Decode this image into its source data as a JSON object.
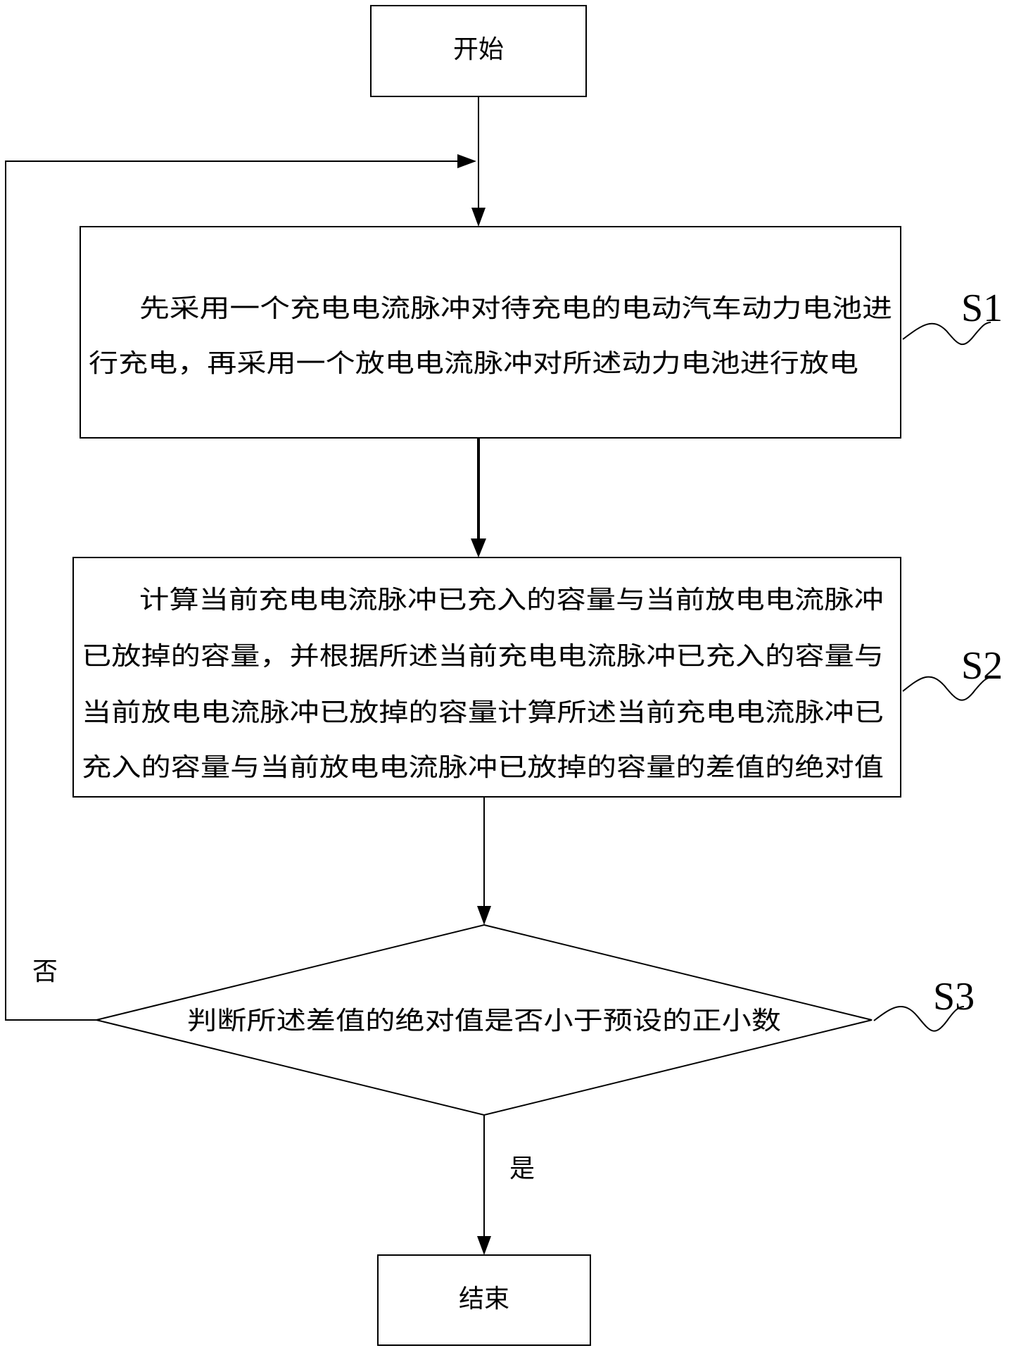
{
  "nodes": {
    "start": "开始",
    "s1": {
      "label": "S1",
      "lines": [
        "先采用一个充电电流脉冲对待充电的电动汽车动力电池进",
        "行充电，再采用一个放电电流脉冲对所述动力电池进行放电"
      ]
    },
    "s2": {
      "label": "S2",
      "lines": [
        "计算当前充电电流脉冲已充入的容量与当前放电电流脉冲",
        "已放掉的容量，并根据所述当前充电电流脉冲已充入的容量与",
        "当前放电电流脉冲已放掉的容量计算所述当前充电电流脉冲已",
        "充入的容量与当前放电电流脉冲已放掉的容量的差值的绝对值"
      ]
    },
    "s3": {
      "label": "S3",
      "question": "判断所述差值的绝对值是否小于预设的正小数"
    },
    "end": "结束"
  },
  "edges": {
    "no": "否",
    "yes": "是"
  }
}
